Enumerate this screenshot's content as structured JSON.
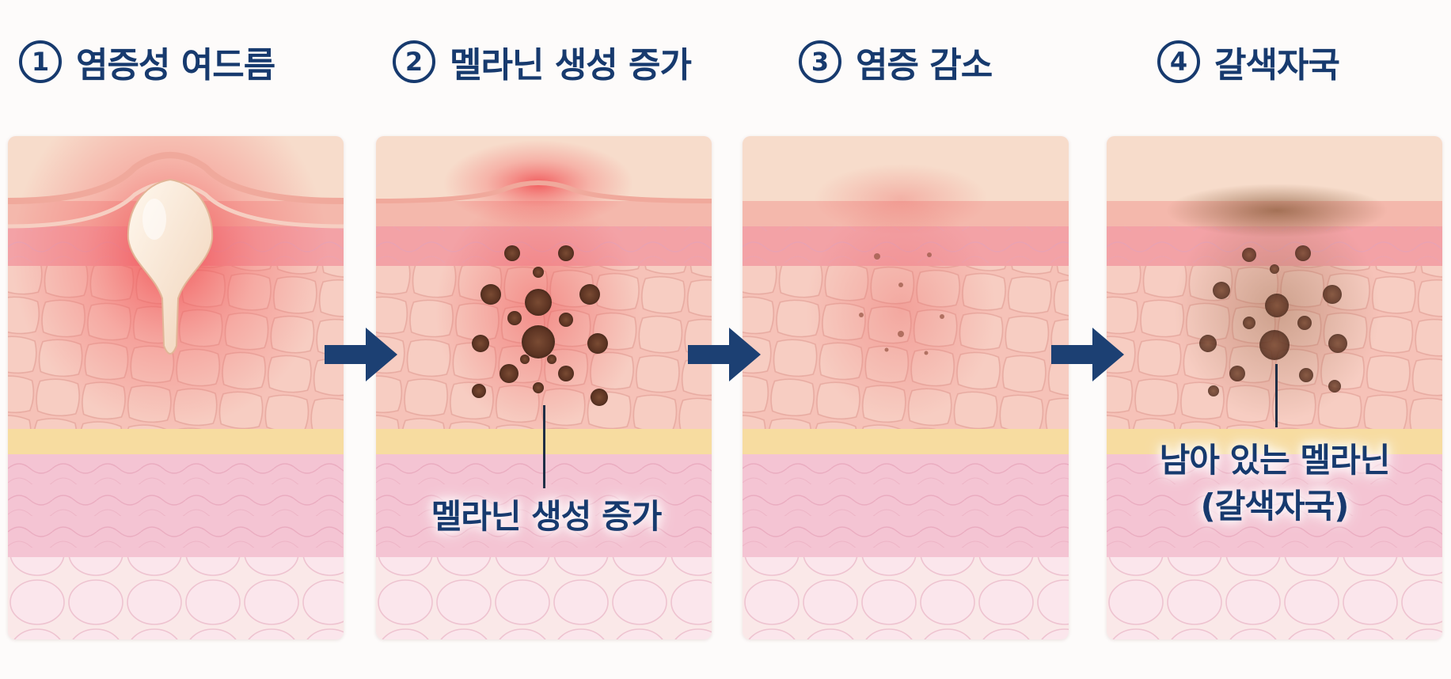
{
  "steps": [
    {
      "num": "1",
      "title": "염증성 여드름"
    },
    {
      "num": "2",
      "title": "멜라닌 생성 증가"
    },
    {
      "num": "3",
      "title": "염증 감소"
    },
    {
      "num": "4",
      "title": "갈색자국"
    }
  ],
  "callouts": {
    "step2": "멜라닌 생성 증가",
    "step4_line1": "남아 있는 멜라닌",
    "step4_line2": "(갈색자국)"
  },
  "colors": {
    "title": "#173a6e",
    "arrow": "#1c4073",
    "inflammation": "#f0464a",
    "melanin": "#6a3f2a"
  }
}
